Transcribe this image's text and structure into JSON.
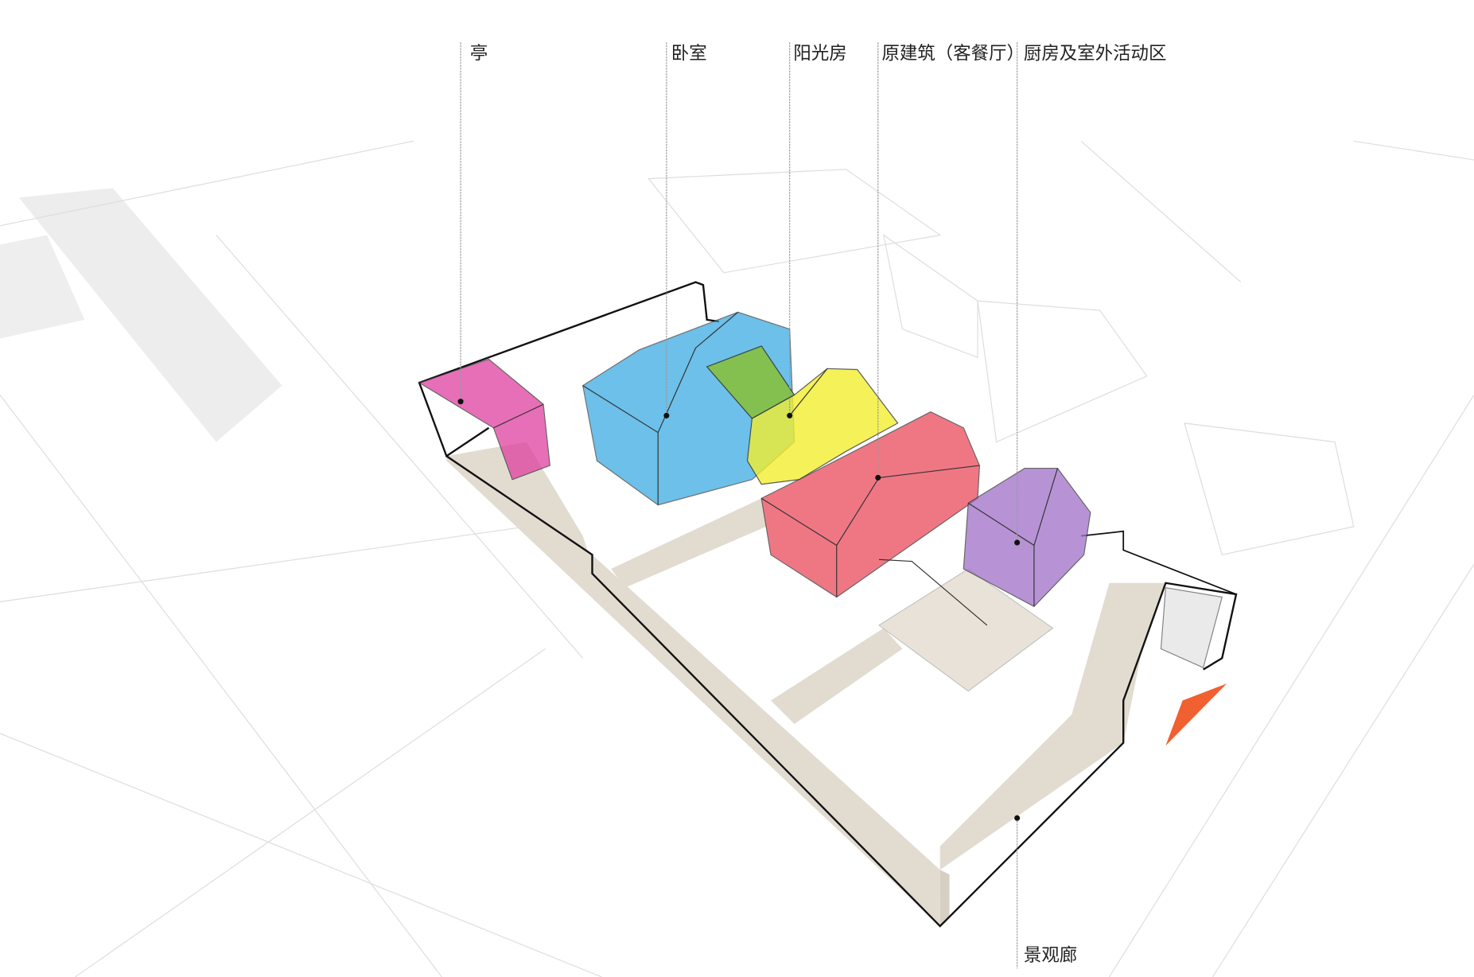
{
  "labels": {
    "pavilion": "亭",
    "bedroom": "卧室",
    "sunroom": "阳光房",
    "original_building": "原建筑（客餐厅）",
    "kitchen_outdoor": "厨房及室外活动区",
    "landscape_corridor": "景观廊"
  },
  "colors": {
    "pavilion": "#e040a0",
    "bedroom": "#2ea6e0",
    "sunroom": "#f2ee30",
    "original_building": "#ea4a5a",
    "kitchen_outdoor": "#a070c8",
    "wall": "#e2dbd0",
    "north_arrow": "#f06030"
  }
}
